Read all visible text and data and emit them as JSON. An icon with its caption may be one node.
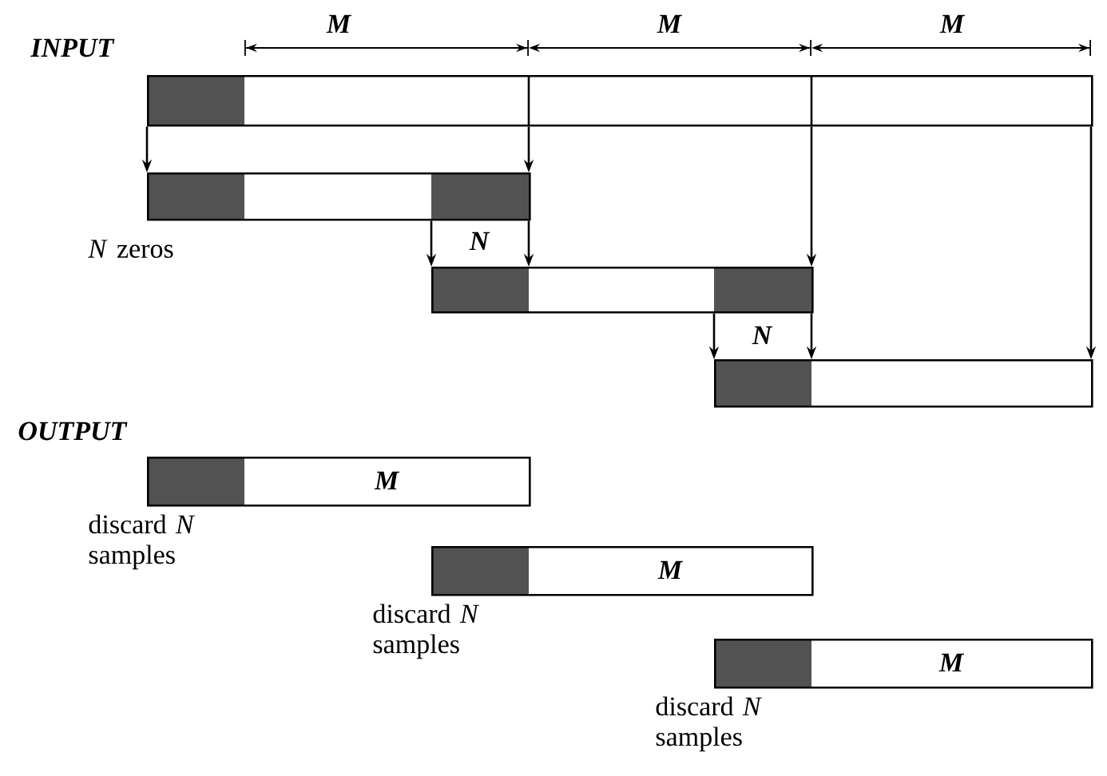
{
  "diagram": {
    "nodes": [
      {
        "text": [],
        "shape": "bar"
      },
      {
        "text": [],
        "shape": "bar",
        "beside": [
          "*N* zeros"
        ]
      },
      {
        "text": [],
        "shape": "bar"
      },
      {
        "text": [],
        "shape": "bar"
      },
      {
        "text": [
          "M"
        ],
        "beside": [
          "discard *N* samples"
        ]
      },
      {
        "text": [
          "M"
        ],
        "beside": [
          "discard *N* samples"
        ]
      },
      {
        "text": [
          "M"
        ],
        "beside": [
          "discard *N* samples"
        ]
      }
    ],
    "edges": [
      {
        "from": 0,
        "to": 1,
        "arrow": "to"
      },
      {
        "from": 0,
        "to": 1,
        "arrow": "to"
      },
      {
        "from": 1,
        "to": 2,
        "arrow": "to"
      },
      {
        "from": 1,
        "to": 2,
        "arrow": "to"
      },
      {
        "from": 0,
        "to": 2,
        "arrow": "to"
      },
      {
        "from": 2,
        "to": 3,
        "arrow": "to"
      },
      {
        "from": 2,
        "to": 3,
        "arrow": "to"
      },
      {
        "from": 0,
        "to": 3,
        "arrow": "to"
      }
    ],
    "labels": [
      "INPUT",
      "M",
      "M",
      "M",
      "N",
      "N",
      "OUTPUT"
    ]
  }
}
